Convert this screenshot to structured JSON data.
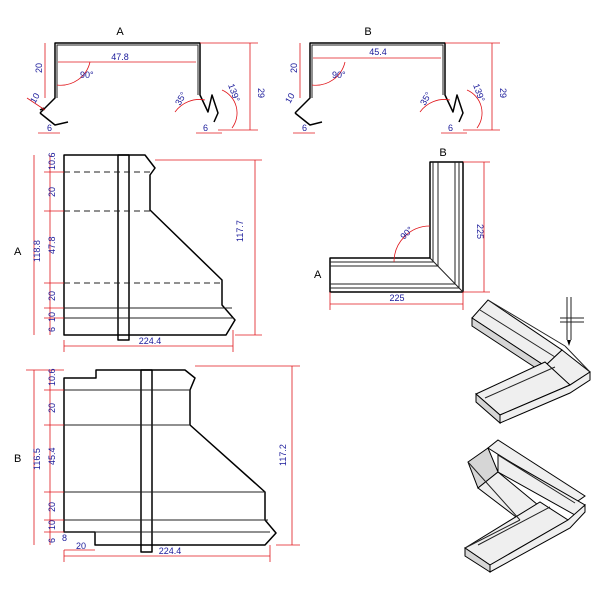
{
  "colors": {
    "dimension_line": "#e0161b",
    "dimension_text": "#1a1a9a",
    "outline": "#000000"
  },
  "section_a": {
    "label": "A",
    "width": "47.8",
    "height": "29",
    "left_height": "20",
    "lip": "10",
    "foot": "6",
    "angle_top": "90°",
    "angle_lip": "35°",
    "angle_right": "139°"
  },
  "section_b": {
    "label": "B",
    "width": "45.4",
    "height": "29",
    "left_height": "20",
    "lip": "10",
    "foot": "6",
    "angle_top": "90°",
    "angle_lip": "35°",
    "angle_right": "139°"
  },
  "flat_a": {
    "label": "A",
    "dims_left": [
      "10.6",
      "20",
      "47.8",
      "20",
      "10",
      "6"
    ],
    "overall_height_left": "118.8",
    "overall_height_right": "117.7",
    "overall_width": "224.4"
  },
  "flat_b": {
    "label": "B",
    "dims_left": [
      "10.6",
      "20",
      "45.4",
      "20",
      "10",
      "6"
    ],
    "overall_height_left": "116.5",
    "overall_height_right": "117.2",
    "overall_width": "224.4",
    "tab_height": "8",
    "tab_width": "20"
  },
  "corner": {
    "label_a": "A",
    "label_b": "B",
    "angle": "90°",
    "leg_vertical": "225",
    "leg_horizontal": "225"
  }
}
